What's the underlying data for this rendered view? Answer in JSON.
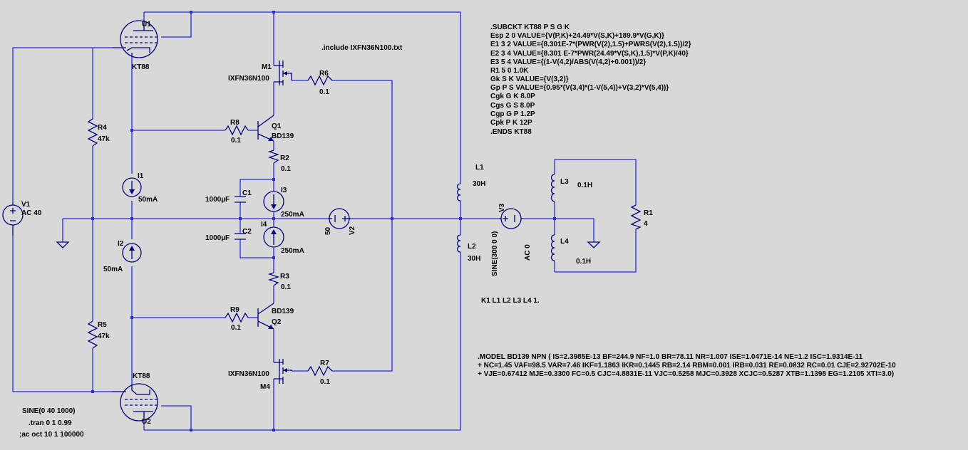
{
  "components": {
    "U1": {
      "name": "U1",
      "model": "KT88"
    },
    "U2": {
      "name": "U2",
      "model": "KT88"
    },
    "M1": {
      "name": "M1",
      "model": "IXFN36N100"
    },
    "M4": {
      "name": "M4",
      "model": "IXFN36N100"
    },
    "Q1": {
      "name": "Q1",
      "model": "BD139"
    },
    "Q2": {
      "name": "Q2",
      "model": "BD139"
    },
    "R1": {
      "name": "R1",
      "value": "4"
    },
    "R2": {
      "name": "R2",
      "value": "0.1"
    },
    "R3": {
      "name": "R3",
      "value": "0.1"
    },
    "R4": {
      "name": "R4",
      "value": "47k"
    },
    "R5": {
      "name": "R5",
      "value": "47k"
    },
    "R6": {
      "name": "R6",
      "value": "0.1"
    },
    "R7": {
      "name": "R7",
      "value": "0.1"
    },
    "R8": {
      "name": "R8",
      "value": "0.1"
    },
    "R9": {
      "name": "R9",
      "value": "0.1"
    },
    "C1": {
      "name": "C1",
      "value": "1000µF"
    },
    "C2": {
      "name": "C2",
      "value": "1000µF"
    },
    "I1": {
      "name": "I1",
      "value": "50mA"
    },
    "I2": {
      "name": "I2",
      "value": "50mA"
    },
    "I3": {
      "name": "I3",
      "value": "250mA"
    },
    "I4": {
      "name": "I4",
      "value": "250mA"
    },
    "V1": {
      "name": "V1",
      "value": "AC 40"
    },
    "V2": {
      "name": "V2",
      "value": "50"
    },
    "V3": {
      "name": "V3",
      "value": "SINE(300 0 0)",
      "value2": "AC 0"
    },
    "L1": {
      "name": "L1",
      "value": "30H"
    },
    "L2": {
      "name": "L2",
      "value": "30H"
    },
    "L3": {
      "name": "L3",
      "value": "0.1H"
    },
    "L4": {
      "name": "L4",
      "value": "0.1H"
    }
  },
  "directives": {
    "include": ".include IXFN36N100.txt",
    "kt88_subckt": [
      ".SUBCKT   KT88 P  S G K",
      "Esp 2  0  VALUE={V(P,K)+24.49*V(S,K)+189.9*V(G,K)}",
      "E1  3  2  VALUE={8.301E-7*(PWR(V(2),1.5)+PWRS(V(2),1.5))/2}",
      "E2  3  4  VALUE={8.301 E-7*PWR(24.49*V(S,K),1.5)*V(P,K)/40}",
      "E3  5  4  VALUE={(1-V(4,2)/ABS(V(4,2)+0.001))/2}",
      "R1  5  0  1.0K",
      "Gk   S  K  VALUE={V(3,2)}",
      "Gp   P   S  VALUE={0.95*(V(3,4)*(1-V(5,4))+V(3,2)*V(5,4))}",
      "Cgk G  K  8.0P",
      "Cgs G  S  8.0P",
      "Cgp G  P  1.2P",
      "Cpk P  K  12P",
      ".ENDS KT88"
    ],
    "coupling": "K1 L1 L2 L3 L4 1.",
    "bd139_model": [
      ".MODEL BD139 NPN ( IS=2.3985E-13 BF=244.9 NF=1.0 BR=78.11 NR=1.007 ISE=1.0471E-14 NE=1.2 ISC=1.9314E-11",
      "+ NC=1.45 VAF=98.5 VAR=7.46 IKF=1.1863 IKR=0.1445 RB=2.14 RBM=0.001 IRB=0.031 RE=0.0832 RC=0.01 CJE=2.92702E-10",
      "+ VJE=0.67412 MJE=0.3300 FC=0.5 CJC=4.8831E-11 VJC=0.5258 MJC=0.3928 XCJC=0.5287 XTB=1.1398 EG=1.2105 XTI=3.0)"
    ],
    "sine": "SINE(0 40 1000)",
    "tran": ".tran 0 1 0.99",
    "ac": ";ac oct 10 1 100000"
  }
}
